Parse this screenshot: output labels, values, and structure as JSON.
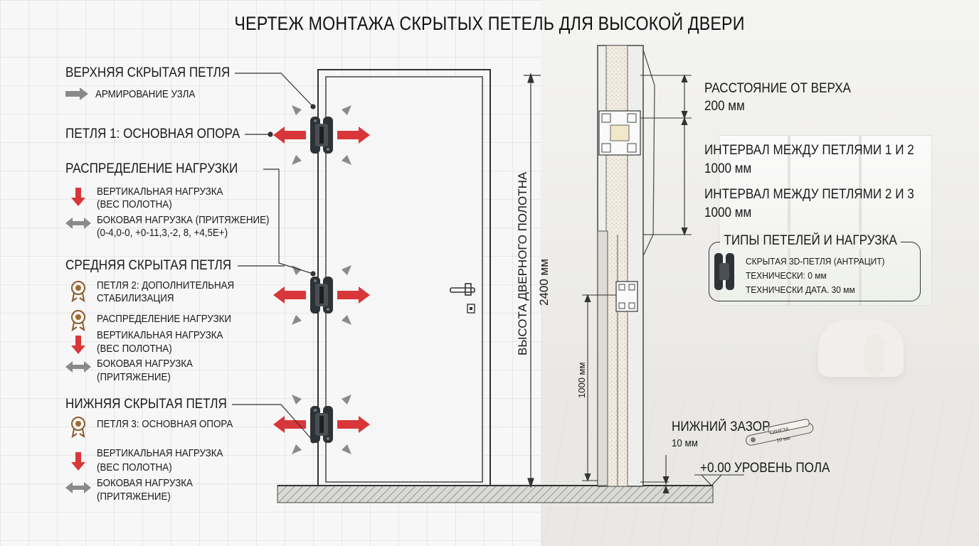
{
  "title": "ЧЕРТЕЖ МОНТАЖА СКРЫТЫХ ПЕТЕЛЬ ДЛЯ ВЫСОКОЙ ДВЕРИ",
  "left_panel": {
    "top_hinge": {
      "heading": "ВЕРХНЯЯ СКРЫТАЯ ПЕТЛЯ",
      "reinforcement": "АРМИРОВАНИЕ УЗЛА",
      "hinge1": "ПЕТЛЯ 1: ОСНОВНАЯ ОПОРА"
    },
    "load_distribution": {
      "heading": "РАСПРЕДЕЛЕНИЕ НАГРУЗКИ",
      "vertical_1": "ВЕРТИКАЛЬНАЯ НАГРУЗКА",
      "vertical_2": "(ВЕС ПОЛОТНА)",
      "lateral_1": "БОКОВАЯ НАГРУЗКА (ПРИТЯЖЕНИЕ)",
      "lateral_2": "(0-4,0-0, +0-11,3,-2, 8, +4,5E+)"
    },
    "middle_hinge": {
      "heading": "СРЕДНЯЯ СКРЫТАЯ ПЕТЛЯ",
      "hinge2_1": "ПЕТЛЯ 2: ДОПОЛНИТЕЛЬНАЯ",
      "hinge2_2": "СТАБИЛИЗАЦИЯ",
      "distribution": "РАСПРЕДЕЛЕНИЕ НАГРУЗКИ",
      "vertical_1": "ВЕРТИКАЛЬНАЯ НАГРУЗКА",
      "vertical_2": "(ВЕС ПОЛОТНА)",
      "lateral_1": "БОКОВАЯ НАГРУЗКА",
      "lateral_2": "(ПРИТЯЖЕНИЕ)"
    },
    "bottom_hinge": {
      "heading": "НИЖНЯЯ СКРЫТАЯ ПЕТЛЯ",
      "hinge3": "ПЕТЛЯ 3: ОСНОВНАЯ ОПОРА",
      "vertical_1": "ВЕРТИКАЛЬНАЯ НАГРУЗКА",
      "vertical_2": "(ВЕС ПОЛОТНА)",
      "lateral_1": "БОКОВАЯ НАГРУЗКА",
      "lateral_2": "(ПРИТЯЖЕНИЕ)"
    }
  },
  "door": {
    "height_label": "ВЫСОТА ДВЕРНОГО ПОЛОТНА",
    "height_value": "2400 мм",
    "mid_dim": "1000 мм"
  },
  "right_panel": {
    "top_dist_1": "РАССТОЯНИЕ ОТ ВЕРХА",
    "top_dist_2": "200 мм",
    "interval12_1": "ИНТЕРВАЛ МЕЖДУ ПЕТЛЯМИ 1 И 2",
    "interval12_2": "1000 мм",
    "interval23_1": "ИНТЕРВАЛ МЕЖДУ ПЕТЛЯМИ 2 И 3",
    "interval23_2": "1000 мм",
    "legend_title": "ТИПЫ ПЕТЕЛЕЙ И НАГРУЗКА",
    "legend_1": "СКРЫТАЯ 3D-ПЕТЛЯ (АНТРАЦИТ)",
    "legend_2": "ТЕХНИЧЕСКИ: 0 мм",
    "legend_3": "ТЕХНИЧЕСКИ ДАТА. 30 мм",
    "gap_1": "НИЖНИЙ ЗАЗОР",
    "gap_2": "10 мм",
    "floor": "+0.00 УРОВЕНЬ ПОЛА",
    "gauge_1": "ТИНЕЗА",
    "gauge_2": "10 мм"
  },
  "colors": {
    "red_arrow": "#d9363a",
    "gray_arrow": "#8a8a8a",
    "hinge": "#2e3236",
    "line": "#333333"
  }
}
